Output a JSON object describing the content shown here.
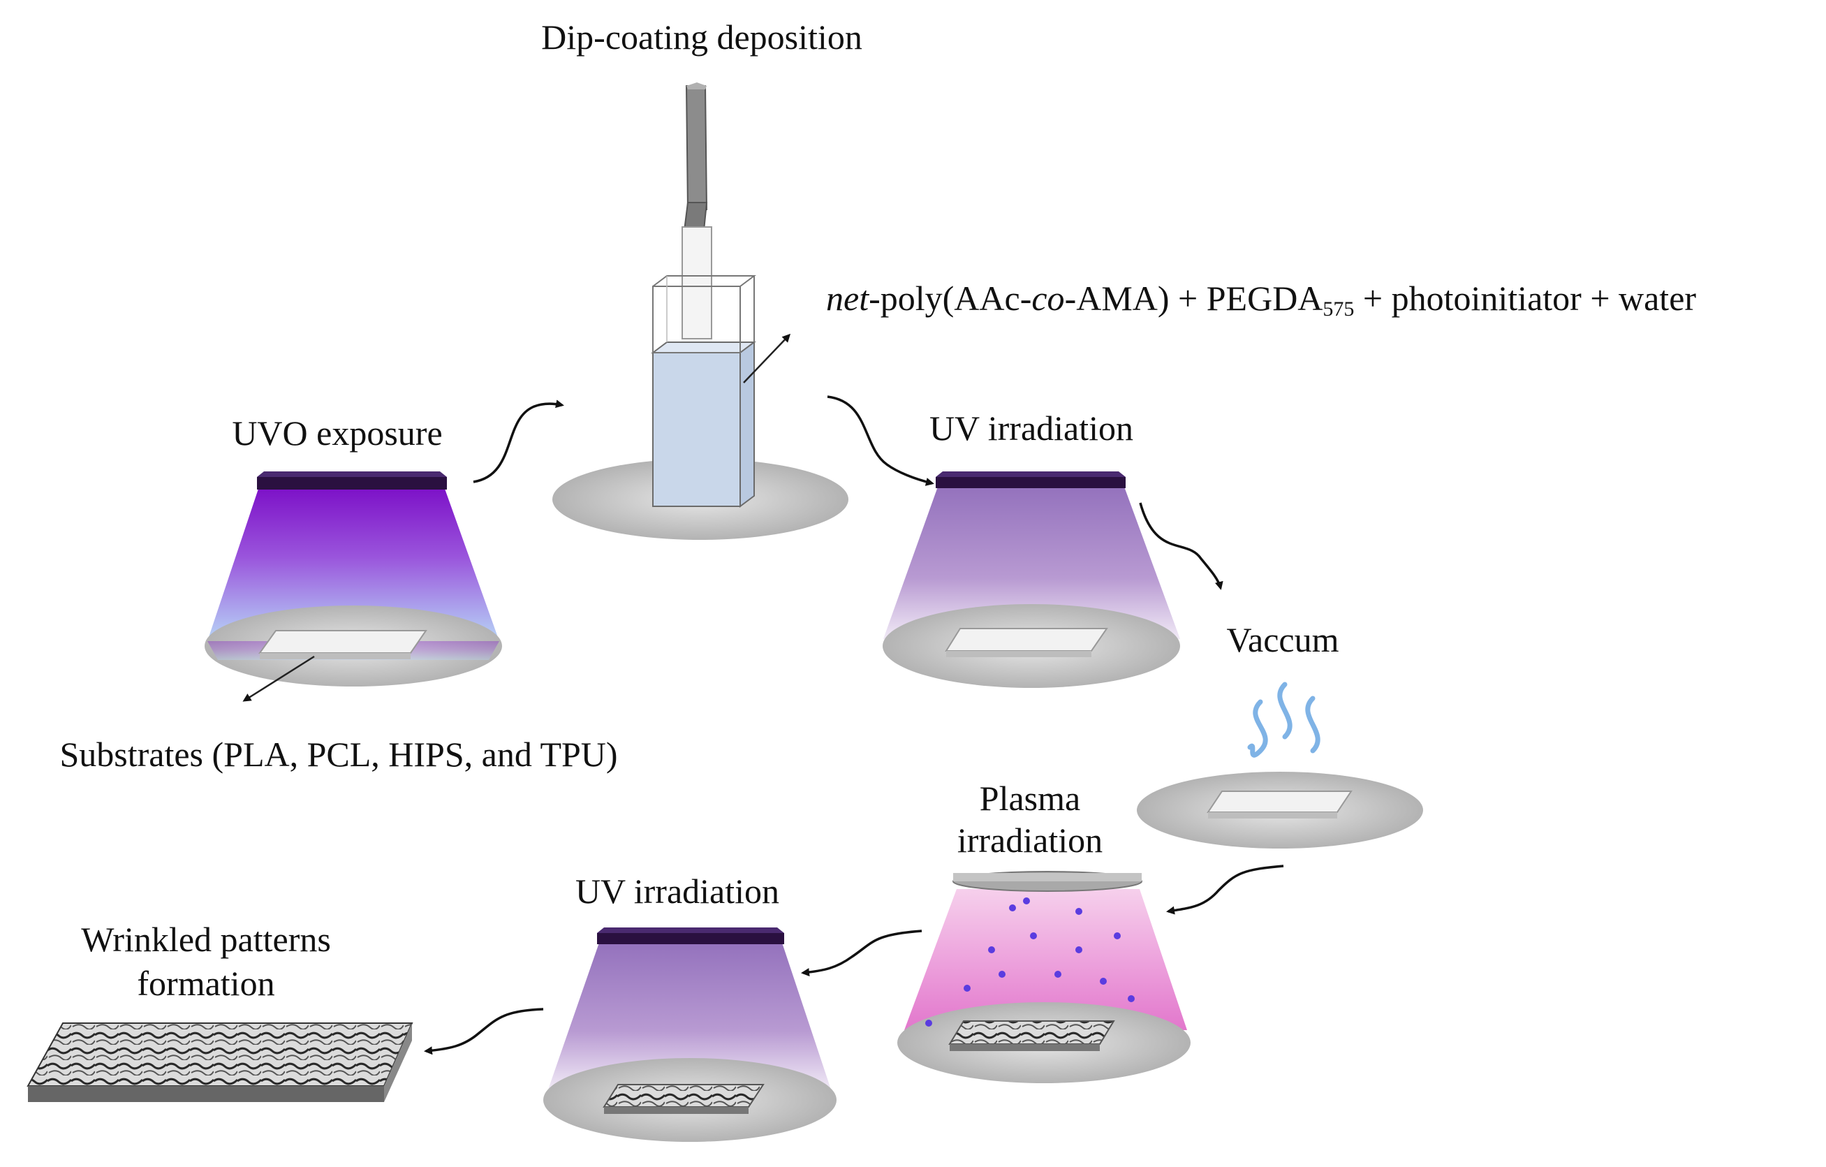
{
  "labels": {
    "dip_coating": "Dip-coating deposition",
    "uvo_exposure": "UVO exposure",
    "uv_irradiation_1": "UV irradiation",
    "vaccum": "Vaccum",
    "substrates": "Substrates (PLA, PCL, HIPS, and TPU)",
    "plasma_line1": "Plasma",
    "plasma_line2": "irradiation",
    "uv_irradiation_2": "UV irradiation",
    "wrinkled_line1": "Wrinkled patterns",
    "wrinkled_line2": "formation"
  },
  "solution": {
    "net": "net",
    "poly_open": "-poly(AAc-",
    "co": "co",
    "poly_close": "-AMA)  + PEGDA",
    "sub": "575",
    "rest": " + photoinitiator + water"
  },
  "colors": {
    "uvo_top": "#8a1fd0",
    "uvo_bottom": "#aecdf5",
    "uv_lamp": "#9a7bc0",
    "plasma": "#e88ad4",
    "plasma_dots": "#5a3ce0",
    "disc": "#c8c8c8",
    "steam": "#7fb3e6"
  }
}
